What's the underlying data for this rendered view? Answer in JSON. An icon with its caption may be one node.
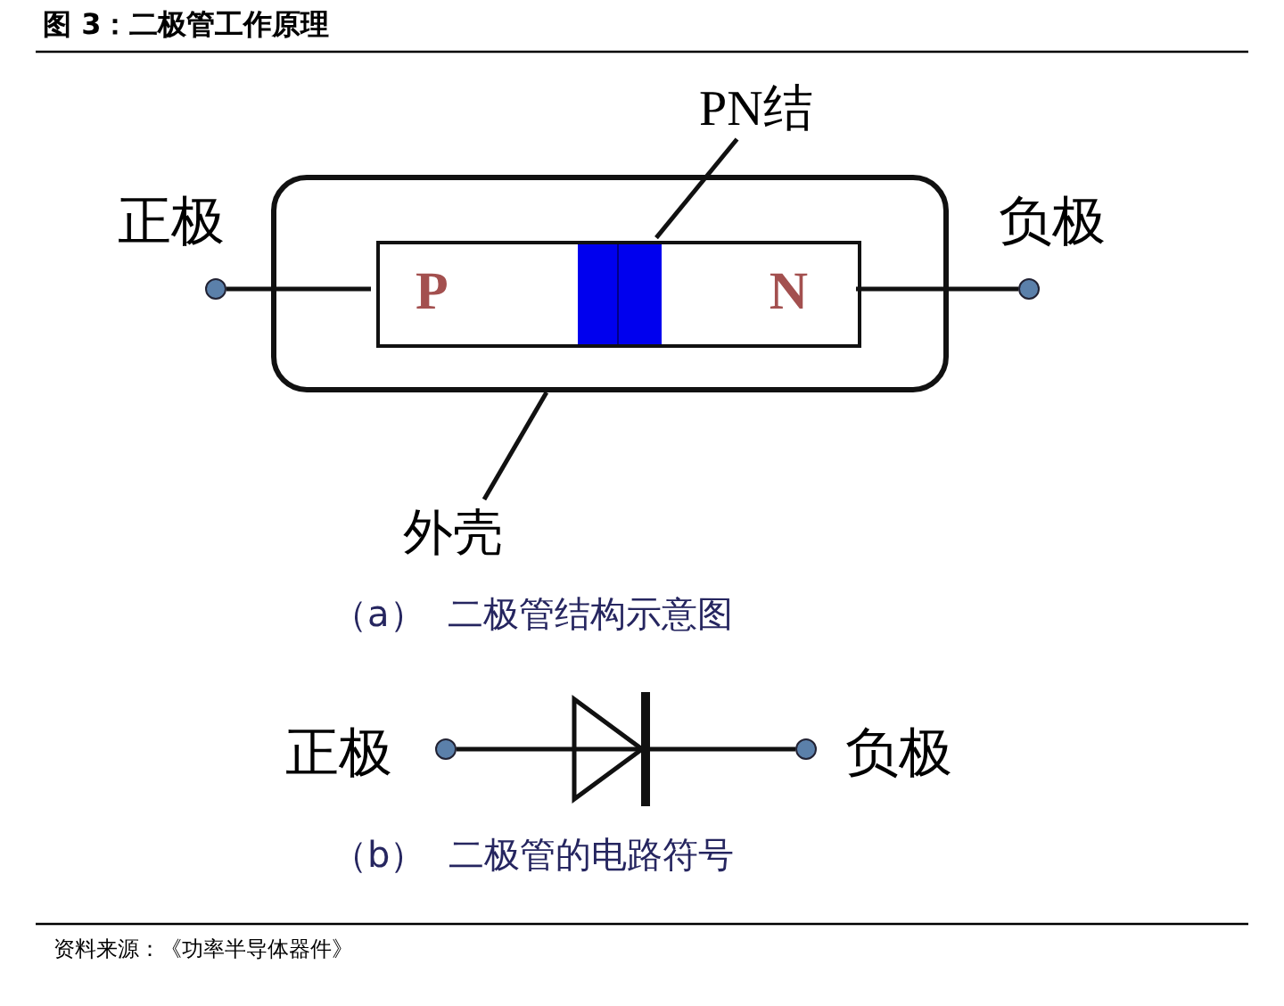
{
  "diagram": {
    "title": "图 3：二极管工作原理",
    "nodes": [
      {
        "text": [],
        "shape": "box"
      },
      {
        "text": [
          "P"
        ],
        "in": 0
      },
      {
        "text": [],
        "shape": "bar",
        "in": 0
      },
      {
        "text": [
          "N"
        ],
        "in": 0
      },
      {
        "text": [],
        "shape": "circle",
        "beside": [
          "正极"
        ]
      },
      {
        "text": [],
        "shape": "circle",
        "beside": [
          "负极"
        ]
      },
      {
        "text": [
          "PN结"
        ]
      },
      {
        "text": [
          "外壳"
        ]
      },
      {
        "text": [],
        "shape": "circle",
        "beside": [
          "正极"
        ]
      },
      {
        "text": [],
        "shape": "triangle"
      },
      {
        "text": [],
        "shape": "circle",
        "beside": [
          "负极"
        ]
      }
    ],
    "edges": [
      {
        "from": 4,
        "to": 1,
        "arrow": "none"
      },
      {
        "from": 3,
        "to": 5,
        "arrow": "none"
      },
      {
        "from": 6,
        "to": 2,
        "arrow": "none"
      },
      {
        "from": 7,
        "to": 0,
        "arrow": "none"
      },
      {
        "from": 8,
        "to": 9,
        "arrow": "none"
      },
      {
        "from": 9,
        "to": 10,
        "arrow": "none"
      }
    ],
    "labels": [
      "（a）  二极管结构示意图",
      "（b）  二极管的电路符号"
    ],
    "caption": "资料来源：《功率半导体器件》"
  }
}
